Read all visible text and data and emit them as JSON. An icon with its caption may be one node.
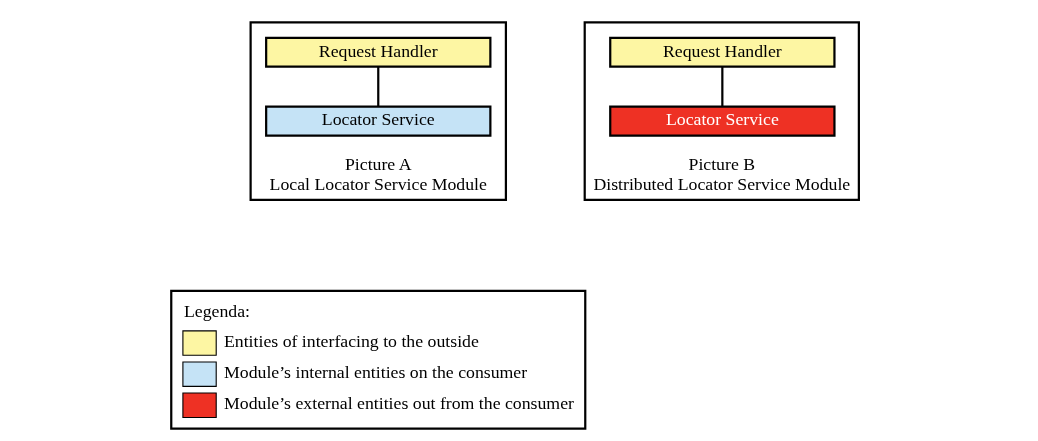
{
  "diagram": {
    "nodes": [
      {
        "text": [
          "Picture A",
          "Local Locator Service Module"
        ]
      },
      {
        "text": [
          "Request Handler"
        ],
        "in": 0
      },
      {
        "text": [
          "Locator Service"
        ],
        "in": 0
      },
      {
        "text": [
          "Picture B",
          "Distributed Locator Service Module"
        ]
      },
      {
        "text": [
          "Request Handler"
        ],
        "in": 3
      },
      {
        "text": [
          "Locator Service"
        ],
        "in": 3
      }
    ],
    "edges": [
      {
        "from": 1,
        "to": 2,
        "arrow": "none"
      },
      {
        "from": 4,
        "to": 5,
        "arrow": "none"
      }
    ],
    "labels": [
      "Legenda:"
    ],
    "legend": [
      {
        "text": "Entities of interfacing to the outside",
        "color": "#fdf6a3"
      },
      {
        "text": "Module’s internal entities on the consumer",
        "color": "#c5e3f6"
      },
      {
        "text": "Module’s external entities out from the consumer",
        "color": "#ee3124"
      }
    ]
  }
}
